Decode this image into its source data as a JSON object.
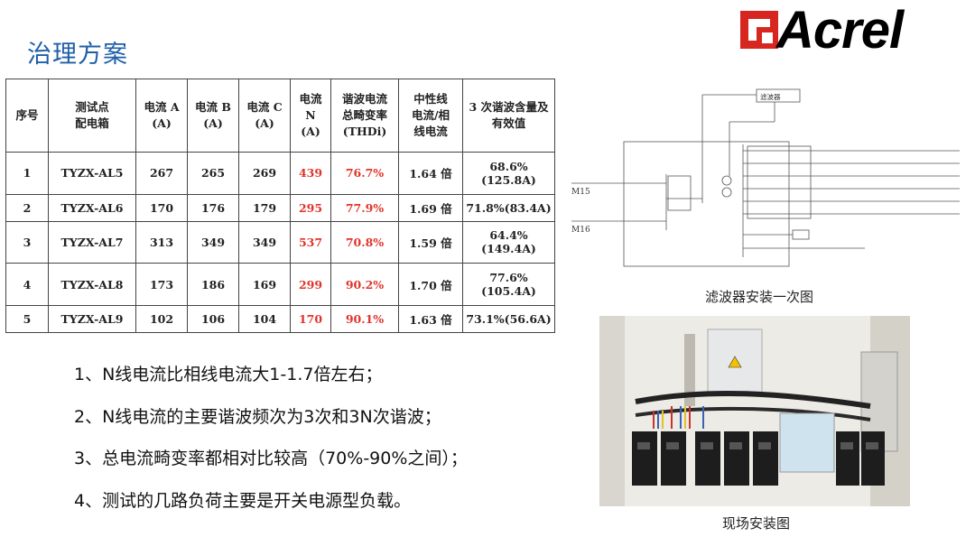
{
  "page": {
    "title": "治理方案",
    "logo_text": "Acrel"
  },
  "table": {
    "headers": [
      [
        "序号"
      ],
      [
        "测试点",
        "配电箱"
      ],
      [
        "电流 A",
        "(A)"
      ],
      [
        "电流 B",
        "(A)"
      ],
      [
        "电流 C",
        "(A)"
      ],
      [
        "电流",
        "N",
        "(A)"
      ],
      [
        "谐波电流",
        "总畸变率",
        "(THDi)"
      ],
      [
        "中性线",
        "电流/相",
        "线电流"
      ],
      [
        "3 次谐波含量及",
        "有效值"
      ]
    ],
    "rows": [
      [
        "1",
        "TYZX-AL5",
        "267",
        "265",
        "269",
        "439",
        "76.7%",
        "1.64 倍",
        "68.6%(125.8A)"
      ],
      [
        "2",
        "TYZX-AL6",
        "170",
        "176",
        "179",
        "295",
        "77.9%",
        "1.69 倍",
        "71.8%(83.4A)"
      ],
      [
        "3",
        "TYZX-AL7",
        "313",
        "349",
        "349",
        "537",
        "70.8%",
        "1.59 倍",
        "64.4%(149.4A)"
      ],
      [
        "4",
        "TYZX-AL8",
        "173",
        "186",
        "169",
        "299",
        "90.2%",
        "1.70 倍",
        "77.6%(105.4A)"
      ],
      [
        "5",
        "TYZX-AL9",
        "102",
        "106",
        "104",
        "170",
        "90.1%",
        "1.63 倍",
        "73.1%(56.6A)"
      ]
    ],
    "highlight_color": "#e0342c"
  },
  "notes": [
    "1、N线电流比相线电流大1-1.7倍左右；",
    "2、N线电流的主要谐波频次为3次和3N次谐波；",
    "3、总电流畸变率都相对比较高（70%-90%之间）；",
    "4、测试的几路负荷主要是开关电源型负载。"
  ],
  "diagram": {
    "caption": "滤波器安装一次图",
    "filter_label": "滤波器",
    "m15": "M15",
    "m16": "M16"
  },
  "photo": {
    "caption": "现场安装图"
  },
  "colors": {
    "title": "#1f5fa8",
    "logo_red": "#d7261f"
  }
}
